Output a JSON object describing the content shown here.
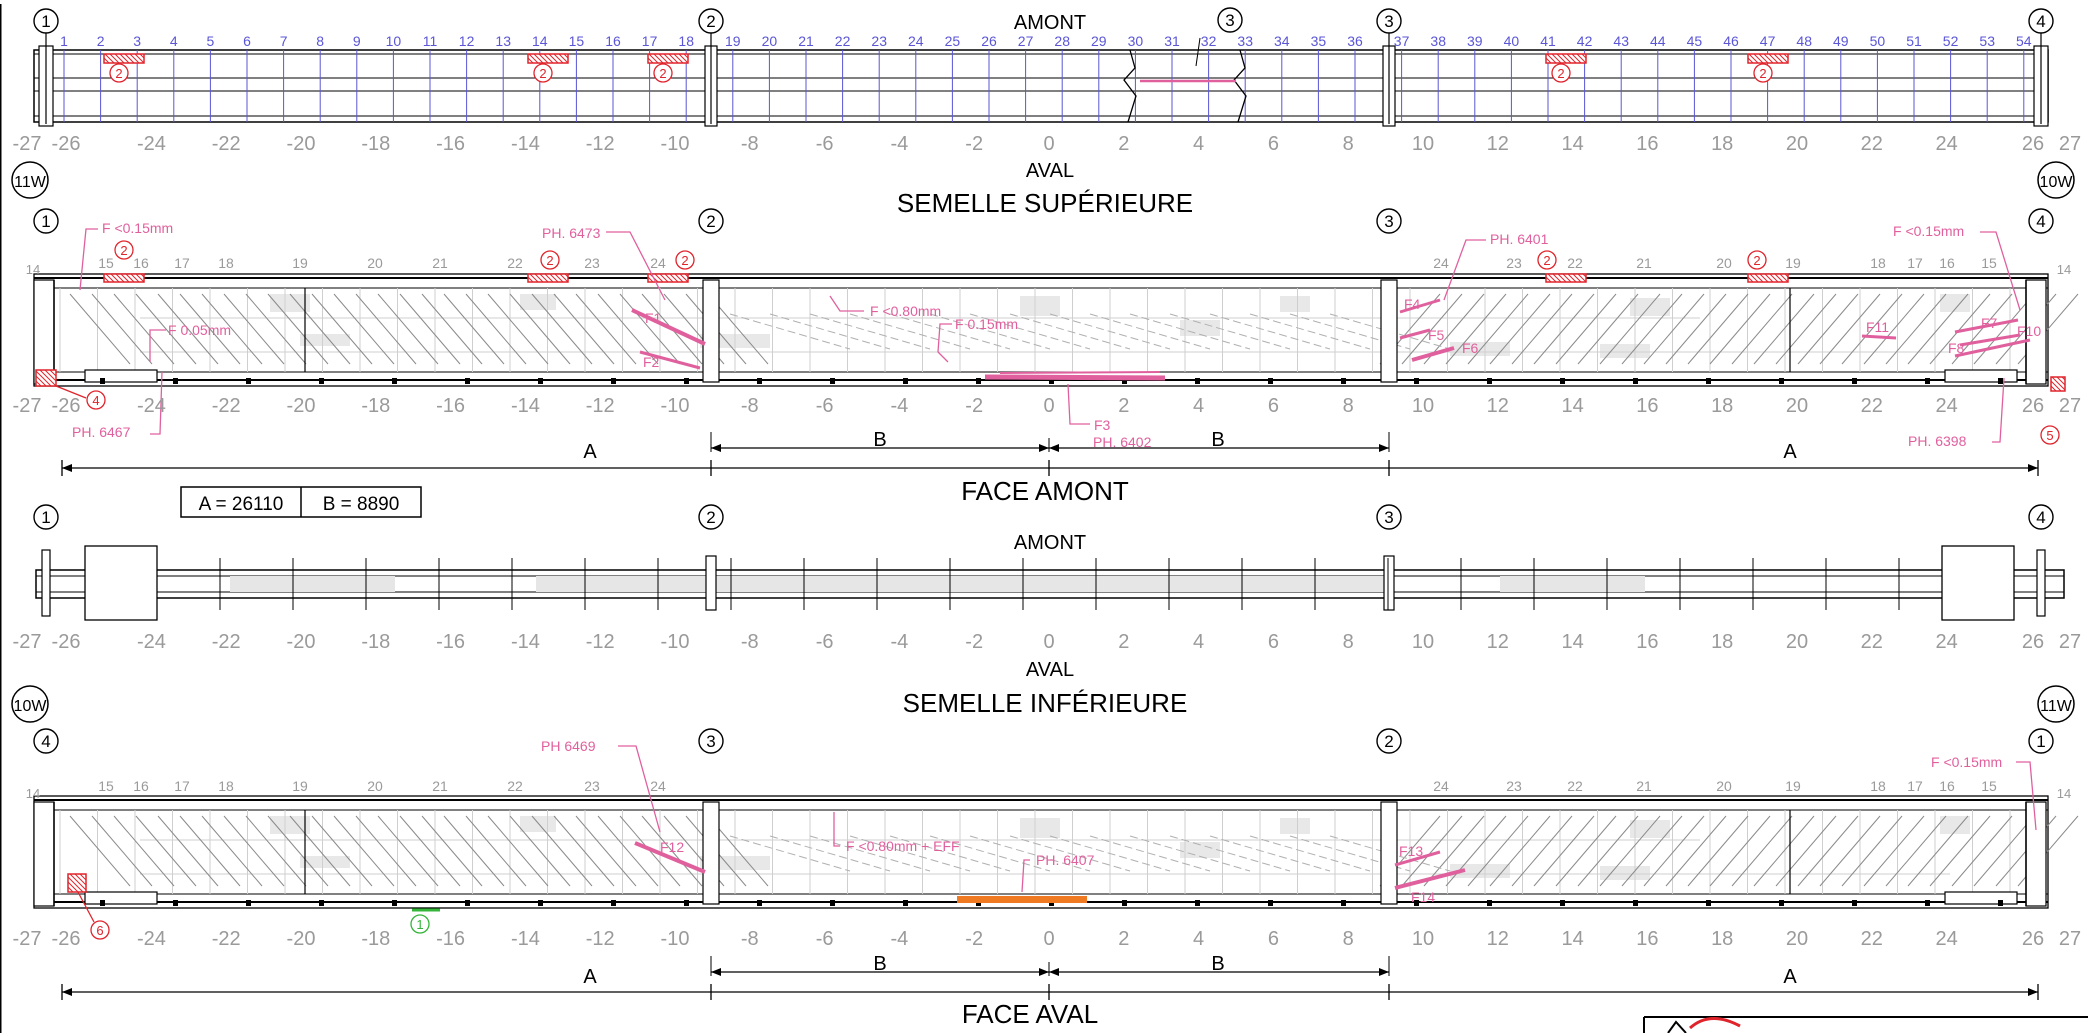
{
  "sheet": {
    "titles": {
      "semelle_sup": "SEMELLE SUPÉRIEURE",
      "face_amont": "FACE AMONT",
      "semelle_inf": "SEMELLE INFÉRIEURE",
      "face_aval": "FACE AVAL"
    },
    "orientation": {
      "amont": "AMONT",
      "aval": "AVAL"
    },
    "dimensions": {
      "a_eq": "A = 26110",
      "b_eq": "B = 8890",
      "a": "A",
      "b": "B"
    },
    "axes": [
      "1",
      "2",
      "3",
      "4"
    ],
    "axes_reversed": [
      "4",
      "3",
      "2",
      "1"
    ],
    "ends": {
      "left_top": "11W",
      "right_top": "10W",
      "left_bottom": "10W",
      "right_bottom": "11W"
    },
    "scale_ticks": [
      "-27",
      "-26",
      "-24",
      "-22",
      "-20",
      "-18",
      "-16",
      "-14",
      "-12",
      "-10",
      "-8",
      "-6",
      "-4",
      "-2",
      "0",
      "2",
      "4",
      "6",
      "8",
      "10",
      "12",
      "14",
      "16",
      "18",
      "20",
      "22",
      "24",
      "26",
      "27"
    ],
    "panel_numbers": [
      "1",
      "2",
      "3",
      "4",
      "5",
      "6",
      "7",
      "8",
      "9",
      "10",
      "11",
      "12",
      "13",
      "14",
      "15",
      "16",
      "17",
      "18",
      "19",
      "20",
      "21",
      "22",
      "23",
      "24",
      "25",
      "26",
      "27",
      "28",
      "29",
      "30",
      "31",
      "32",
      "33",
      "34",
      "35",
      "36",
      "37",
      "38",
      "39",
      "40",
      "41",
      "42",
      "43",
      "44",
      "45",
      "46",
      "47",
      "48",
      "49",
      "50",
      "51",
      "52",
      "53",
      "54"
    ],
    "stiffeners_left": [
      "15",
      "16",
      "17",
      "18",
      "19",
      "20",
      "21",
      "22",
      "23",
      "24"
    ],
    "stiffeners_right": [
      "24",
      "23",
      "22",
      "21",
      "20",
      "19",
      "18",
      "17",
      "16",
      "15"
    ],
    "stiffener_end": "14",
    "markers": {
      "m1": "1",
      "m2": "2",
      "m3": "3",
      "m4": "4",
      "m5": "5",
      "m6": "6"
    },
    "annotations_amont": {
      "f015_left": "F <0.15mm",
      "f005": "F 0.05mm",
      "ph6467": "PH. 6467",
      "ph6473": "PH. 6473",
      "f1": "F1",
      "f2": "F2",
      "f080": "F <0.80mm",
      "f015_mid": "F 0.15mm",
      "f3": "F3",
      "ph6402": "PH. 6402",
      "ph6401": "PH. 6401",
      "f4": "F4",
      "f5": "F5",
      "f6": "F6",
      "f015_right": "F <0.15mm",
      "f7": "F7",
      "f8": "F8",
      "f10": "F10",
      "f11": "F11",
      "ph6398": "PH. 6398"
    },
    "annotations_aval": {
      "ph6469": "PH 6469",
      "f12": "F12",
      "f080_eff": "F <0.80mm + EFF",
      "ph6407": "PH. 6407",
      "f13": "F13",
      "f14": "F14",
      "f015": "F <0.15mm"
    }
  },
  "colors": {
    "pink": "#e0609e",
    "red": "#e0242c",
    "purple": "#5a56d6",
    "orange": "#f07a22",
    "green": "#35b53a"
  }
}
